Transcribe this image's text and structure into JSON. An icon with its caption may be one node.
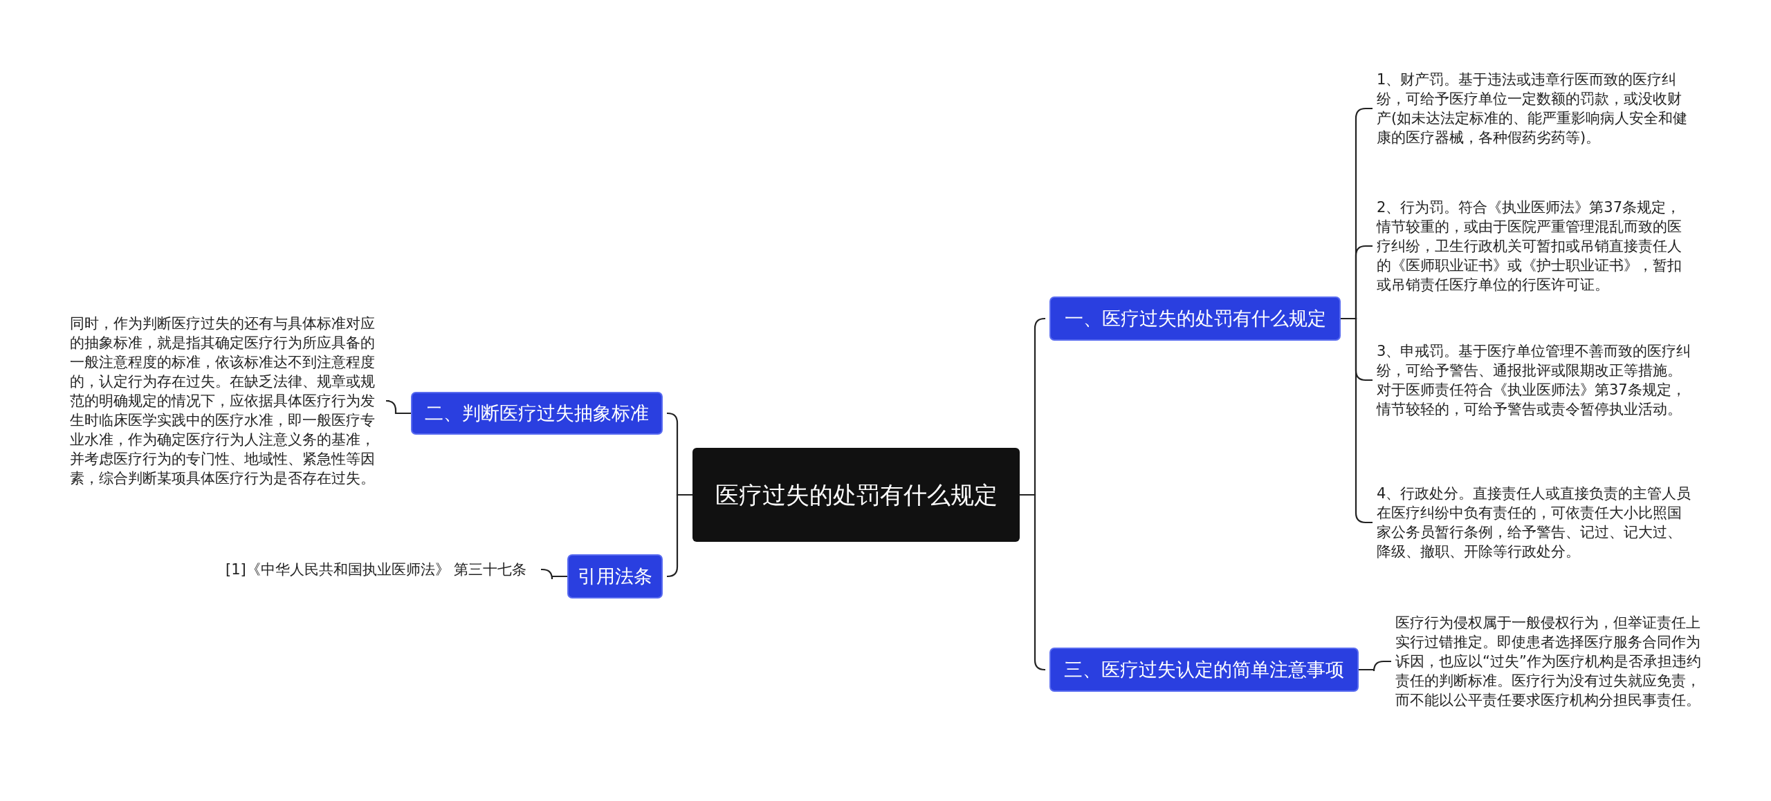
{
  "diagram": {
    "nodes": [
      {
        "text": [
          "医疗过失的处罚有什么规定"
        ]
      },
      {
        "text": [
          "一、医疗过失的处罚有什么规定"
        ]
      },
      {
        "text": [
          "1、财产罚。基于违法或违章行医而致的医疗纠纷，可给予医疗单位一定数额的罚款，或没收财产(如未达法定标准的、能严重影响病人安全和健康的医疗器械，各种假药劣药等)。"
        ]
      },
      {
        "text": [
          "2、行为罚。符合《执业医师法》第37条规定，情节较重的，或由于医院严重管理混乱而致的医疗纠纷，卫生行政机关可暂扣或吊销直接责任人的《医师职业证书》或《护士职业证书》，暂扣或吊销责任医疗单位的行医许可证。"
        ]
      },
      {
        "text": [
          "3、申戒罚。基于医疗单位管理不善而致的医疗纠纷，可给予警告、通报批评或限期改正等措施。对于医师责任符合《执业医师法》第37条规定，情节较轻的，可给予警告或责令暂停执业活动。"
        ]
      },
      {
        "text": [
          "4、行政处分。直接责任人或直接负责的主管人员在医疗纠纷中负有责任的，可依责任大小比照国家公务员暂行条例，给予警告、记过、记大过、降级、撤职、开除等行政处分。"
        ]
      },
      {
        "text": [
          "二、判断医疗过失抽象标准"
        ]
      },
      {
        "text": [
          "同时，作为判断医疗过失的还有与具体标准对应的抽象标准，就是指其确定医疗行为所应具备的一般注意程度的标准，依该标准达不到注意程度的，认定行为存在过失。在缺乏法律、规章或规范的明确规定的情况下，应依据具体医疗行为发生时临床医学实践中的医疗水准，即一般医疗专业水准，作为确定医疗行为人注意义务的基准，并考虑医疗行为的专门性、地域性、紧急性等因素，综合判断某项具体医疗行为是否存在过失。"
        ]
      },
      {
        "text": [
          "引用法条"
        ]
      },
      {
        "text": [
          "[1]《中华人民共和国执业医师法》 第三十七条"
        ]
      },
      {
        "text": [
          "三、医疗过失认定的简单注意事项"
        ]
      },
      {
        "text": [
          "医疗行为侵权属于一般侵权行为，但举证责任上实行过错推定。即使患者选择医疗服务合同作为诉因，也应以“过失”作为医疗机构是否承担违约责任的判断标准。医疗行为没有过失就应免责，而不能以公平责任要求医疗机构分担民事责任。"
        ]
      }
    ],
    "edges": [
      {
        "from": 0,
        "to": 1,
        "arrow": "none"
      },
      {
        "from": 1,
        "to": 2,
        "arrow": "none"
      },
      {
        "from": 1,
        "to": 3,
        "arrow": "none"
      },
      {
        "from": 1,
        "to": 4,
        "arrow": "none"
      },
      {
        "from": 1,
        "to": 5,
        "arrow": "none"
      },
      {
        "from": 0,
        "to": 6,
        "arrow": "none"
      },
      {
        "from": 6,
        "to": 7,
        "arrow": "none"
      },
      {
        "from": 0,
        "to": 8,
        "arrow": "none"
      },
      {
        "from": 8,
        "to": 9,
        "arrow": "none"
      },
      {
        "from": 0,
        "to": 10,
        "arrow": "none"
      },
      {
        "from": 10,
        "to": 11,
        "arrow": "none"
      }
    ]
  }
}
